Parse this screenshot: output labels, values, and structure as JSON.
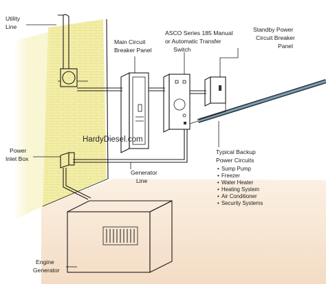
{
  "labels": {
    "utility_line": [
      "Utility",
      "Line"
    ],
    "main_panel": [
      "Main Circuit",
      "Breaker Panel"
    ],
    "transfer_switch": [
      "ASCO Series 185 Manual",
      "or Automatic Transfer",
      "Switch"
    ],
    "standby_panel": [
      "Standby Power",
      "Circuit Breaker",
      "Panel"
    ],
    "power_inlet": [
      "Power",
      "Inlet Box"
    ],
    "generator_line": [
      "Generator",
      "Line"
    ],
    "backup_circuits_title": [
      "Typical Backup",
      "Power Circuits"
    ],
    "backup_circuits": [
      "Sump Pump",
      "Freezer",
      "Water Heater",
      "Heating System",
      "Air Conditioner",
      "Security Systems"
    ],
    "engine_generator": [
      "Engine",
      "Generator"
    ]
  },
  "watermark": "HardyDiesel.com",
  "colors": {
    "brick_wall": "#f3eea8",
    "floor": "#f7e4cf",
    "outline": "#1a1a1a",
    "conduit": "#5c7f93"
  }
}
